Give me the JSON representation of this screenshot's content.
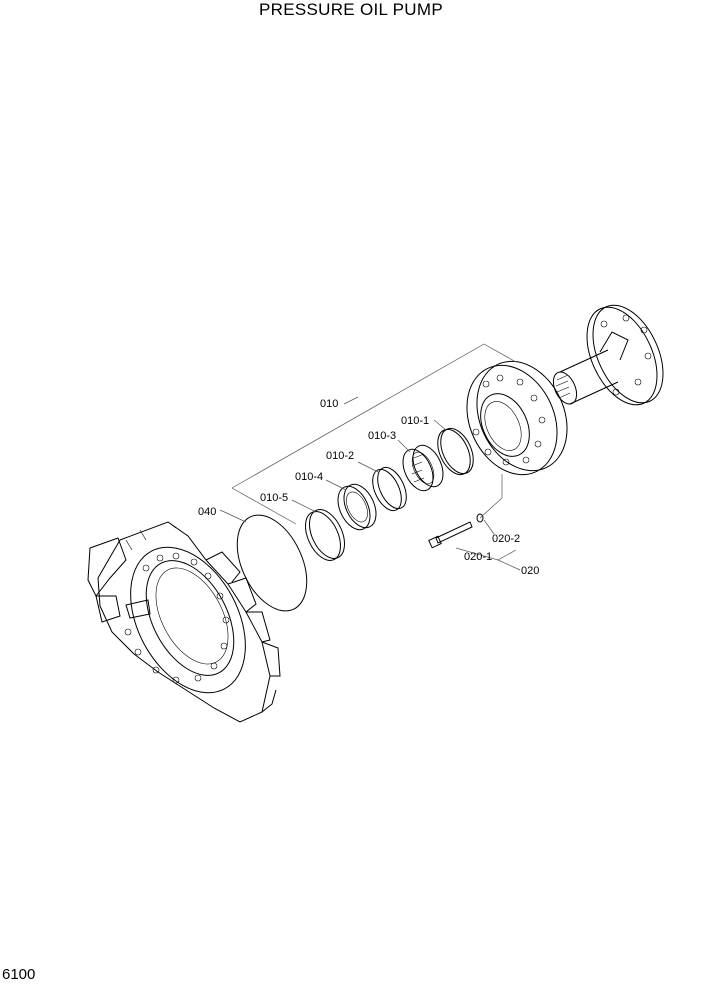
{
  "title": "PRESSURE OIL PUMP",
  "page_code": "6100",
  "callouts": {
    "p010": "010",
    "p010_1": "010-1",
    "p010_2": "010-2",
    "p010_3": "010-3",
    "p010_4": "010-4",
    "p010_5": "010-5",
    "p020": "020",
    "p020_1": "020-1",
    "p020_2": "020-2",
    "p040": "040"
  }
}
